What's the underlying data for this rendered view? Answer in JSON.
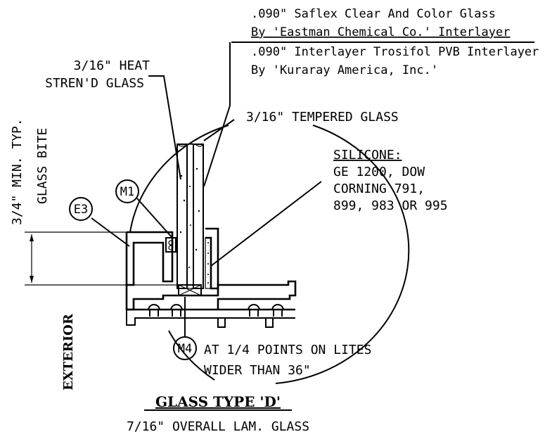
{
  "diagram": {
    "top_labels": {
      "line1": ".090\" Saflex Clear And Color Glass",
      "line2": "By 'Eastman Chemical Co.' Interlayer",
      "line3": ".090\" Interlayer Trosifol PVB Interlayer",
      "line4": "By 'Kuraray America, Inc.'"
    },
    "heat_glass": {
      "line1": "3/16\" HEAT",
      "line2": "STREN'D GLASS"
    },
    "tempered_glass": "3/16\" TEMPERED GLASS",
    "silicone": {
      "title": "SILICONE:",
      "line1": "GE 1200, DOW",
      "line2": "CORNING 791,",
      "line3": "899, 983 OR 995"
    },
    "dimension": {
      "min_typ": "3/4\" MIN. TYP.",
      "glass_bite": "GLASS BITE"
    },
    "callouts": {
      "m1": "M1",
      "e3": "E3",
      "m4": "M4"
    },
    "m4_note": {
      "line1": "AT 1/4 POINTS ON LITES",
      "line2": "WIDER THAN 36\""
    },
    "exterior": "EXTERIOR",
    "title": "GLASS TYPE 'D'",
    "subtitle": "7/16\" OVERALL LAM. GLASS"
  }
}
